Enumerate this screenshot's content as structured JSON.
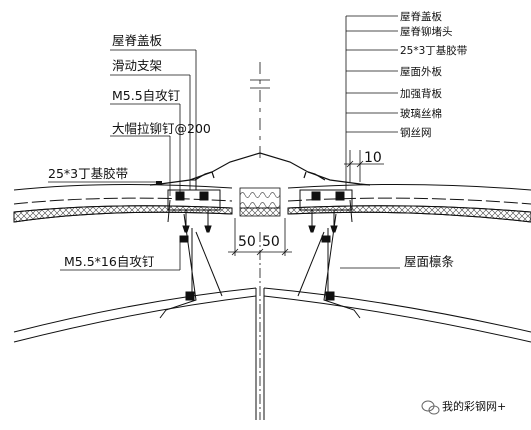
{
  "left_labels": [
    "屋脊盖板",
    "滑动支架",
    "M5.5自攻钉",
    "大帽拉铆钉@200",
    "25*3丁基胶带",
    "M5.5*16自攻钉"
  ],
  "right_labels": [
    "屋脊盖板",
    "屋脊铆堵头",
    "25*3丁基胶带",
    "屋面外板",
    "加强背板",
    "玻璃丝棉",
    "钢丝网"
  ],
  "purlin_label": "屋面檩条",
  "dimensions": {
    "gap_left": "50",
    "gap_right": "50",
    "overlap": "10"
  },
  "watermark": {
    "text": "我的彩钢网+",
    "icon": "wechat-icon"
  },
  "colors": {
    "line": "#111111",
    "insulation": "#555555",
    "background": "#ffffff"
  }
}
